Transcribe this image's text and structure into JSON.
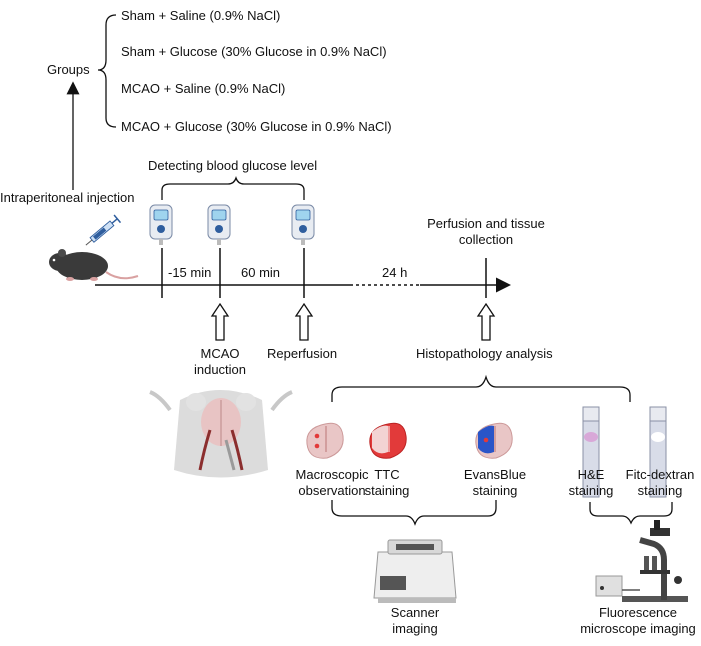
{
  "groups": {
    "title": "Groups",
    "items": [
      "Sham + Saline (0.9% NaCl)",
      "Sham + Glucose (30% Glucose in 0.9% NaCl)",
      "MCAO + Saline (0.9% NaCl)",
      "MCAO + Glucose (30% Glucose  in 0.9% NaCl)"
    ]
  },
  "injection": {
    "label": "Intraperitoneal injection"
  },
  "glucose": {
    "label": "Detecting blood glucose level"
  },
  "timeline": {
    "intervals": [
      "-15 min",
      "60 min",
      "24 h"
    ],
    "perfusion_line1": "Perfusion and tissue",
    "perfusion_line2": "collection"
  },
  "events": {
    "mcao_line1": "MCAO",
    "mcao_line2": "induction",
    "reperfusion": "Reperfusion",
    "histopathology": "Histopathology analysis"
  },
  "analyses": {
    "macro_line1": "Macroscopic",
    "macro_line2": "observation",
    "ttc_line1": "TTC",
    "ttc_line2": "staining",
    "evans_line1": "EvansBlue",
    "evans_line2": "staining",
    "he_line1": "H&E",
    "he_line2": "staining",
    "fitc_line1": "Fitc-dextran",
    "fitc_line2": "staining"
  },
  "imaging": {
    "scanner_line1": "Scanner",
    "scanner_line2": "imaging",
    "micro_line1": "Fluorescence",
    "micro_line2": "microscope imaging"
  },
  "colors": {
    "line": "#111111",
    "brain_pink": "#e9c6c6",
    "infarct_red": "#e23a3a",
    "evans_blue": "#2a55c8",
    "mouse_dark": "#3a3a3a",
    "glucometer_blue": "#2f5e9e"
  }
}
